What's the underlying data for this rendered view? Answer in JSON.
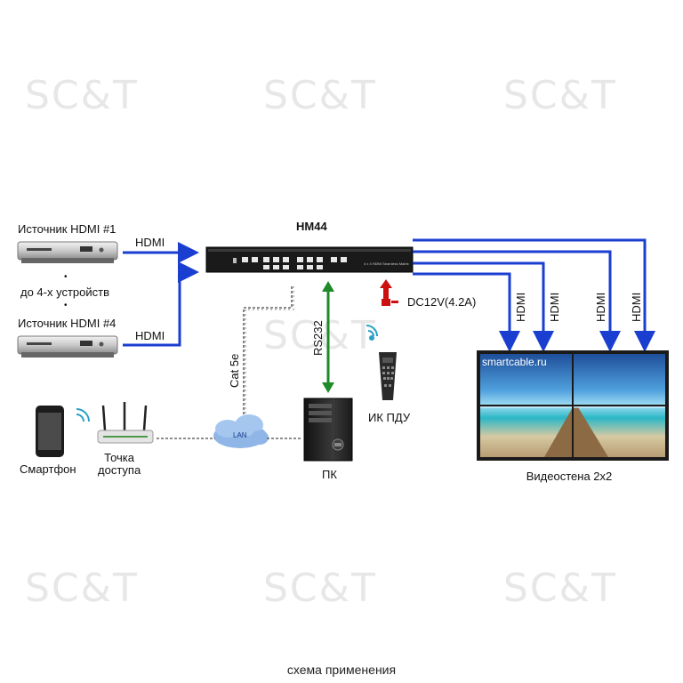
{
  "watermark": "SC&T",
  "device": {
    "name": "HM44",
    "panel_text": "4 x 4 HDMI Seamless Matrix"
  },
  "sources": {
    "first": "Источник HDMI #1",
    "dots": "•",
    "middle": "до 4-х устройств",
    "last": "Источник HDMI #4"
  },
  "links": {
    "hdmi_in_1": "HDMI",
    "hdmi_in_4": "HDMI",
    "hdmi_out": [
      "HDMI",
      "HDMI",
      "HDMI",
      "HDMI"
    ],
    "rs232": "RS232",
    "cat5e": "Cat 5e",
    "lan": "LAN",
    "power": "DC12V(4.2A)"
  },
  "remote": "ИК ПДУ",
  "pc": "ПК",
  "smartphone": "Смартфон",
  "access_point": "Точка\nдоступа",
  "video_wall": {
    "caption": "Видеостена 2x2",
    "url": "smartcable.ru"
  },
  "caption": "схема применения",
  "colors": {
    "arrow_blue": "#1a3fd0",
    "arrow_green": "#1f8a2a",
    "power_red": "#cc1010"
  }
}
